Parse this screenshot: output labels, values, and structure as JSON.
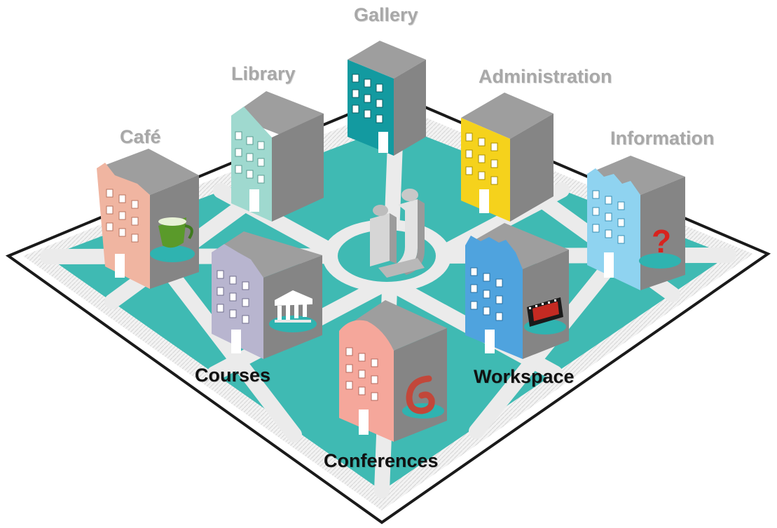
{
  "campus": {
    "buildings": [
      {
        "id": "gallery",
        "label": "Gallery",
        "facade": "#139aa0",
        "icon": "none"
      },
      {
        "id": "library",
        "label": "Library",
        "facade": "#9fd9cf",
        "icon": "none"
      },
      {
        "id": "administration",
        "label": "Administration",
        "facade": "#f5d21c",
        "icon": "none"
      },
      {
        "id": "cafe",
        "label": "Café",
        "facade": "#f0b5a1",
        "icon": "coffee-cup-icon"
      },
      {
        "id": "information",
        "label": "Information",
        "facade": "#8fd3f0",
        "icon": "question-mark-icon"
      },
      {
        "id": "courses",
        "label": "Courses",
        "facade": "#b8b5cf",
        "icon": "classical-building-icon"
      },
      {
        "id": "workspace",
        "label": "Workspace",
        "facade": "#4fa3de",
        "icon": "film-strip-icon"
      },
      {
        "id": "conferences",
        "label": "Conferences",
        "facade": "#f5a79b",
        "icon": "spiral-icon"
      }
    ],
    "centerpiece": "u-logo-icon"
  },
  "colors": {
    "ground": "#3fbab3",
    "path": "#ebebeb",
    "border": "#f2f2f2",
    "roof": "#9e9e9e",
    "side": "#858585",
    "label_back": "#a8a8a8",
    "label_front": "#111111"
  }
}
